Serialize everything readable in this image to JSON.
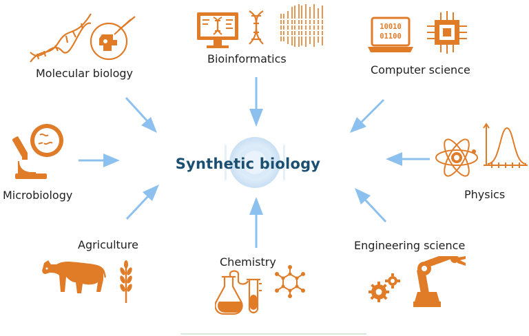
{
  "diagram": {
    "center": "Synthetic biology",
    "fields": {
      "molecular_biology": "Molecular biology",
      "bioinformatics": "Bioinformatics",
      "computer_science": "Computer science",
      "microbiology": "Microbiology",
      "physics": "Physics",
      "agriculture": "Agriculture",
      "chemistry": "Chemistry",
      "engineering_science": "Engineering science"
    },
    "laptop_code": [
      "10010",
      "01100"
    ],
    "colors": {
      "icon": "#e07b28",
      "arrow": "#8cc0ee",
      "title": "#1b4f72",
      "hub": "#d9e9f8"
    }
  }
}
